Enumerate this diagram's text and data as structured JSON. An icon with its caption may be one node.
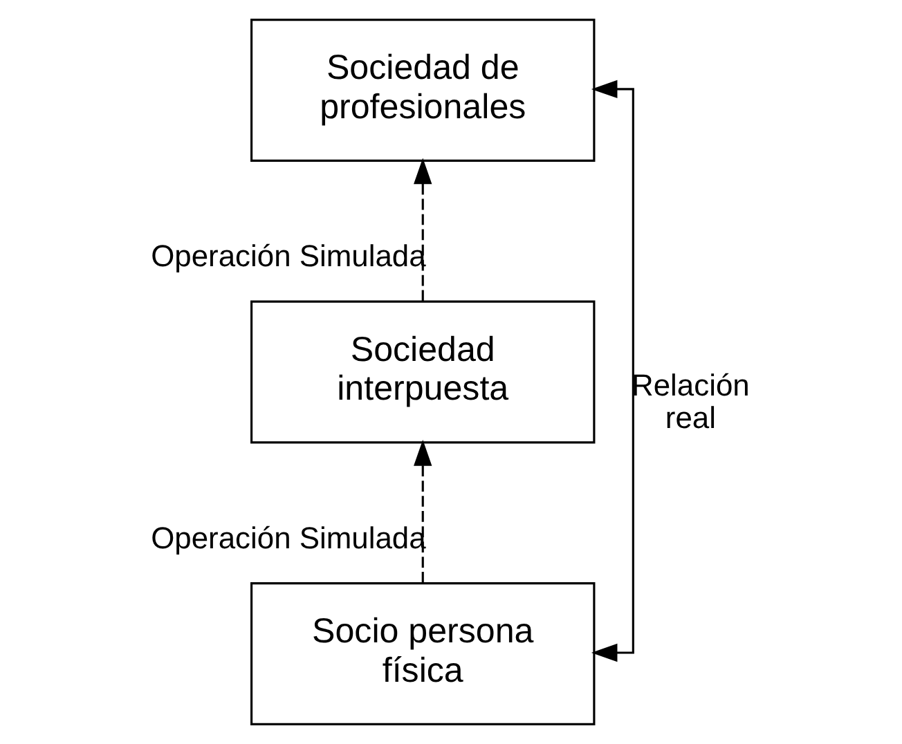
{
  "diagram": {
    "nodes": [
      {
        "text": [
          "Sociedad de profesionales"
        ]
      },
      {
        "text": [
          "Sociedad interpuesta"
        ]
      },
      {
        "text": [
          "Socio persona física"
        ]
      }
    ],
    "edges": [
      {
        "from": 1,
        "to": 0,
        "arrow": "to",
        "style": "dashed",
        "label": "Operación Simulada"
      },
      {
        "from": 2,
        "to": 1,
        "arrow": "to",
        "style": "dashed",
        "label": "Operación Simulada"
      },
      {
        "from": 0,
        "to": 2,
        "arrow": "both",
        "label": "Relación real"
      }
    ]
  }
}
